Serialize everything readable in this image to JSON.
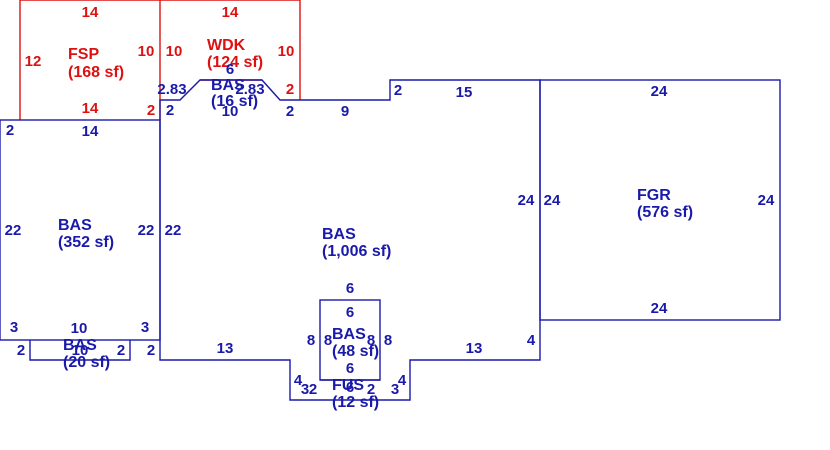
{
  "colors": {
    "blue": "#1a1aaa",
    "red": "#dd1111"
  },
  "areas": {
    "fsp": {
      "code": "FSP",
      "area": "(168 sf)"
    },
    "wdk": {
      "code": "WDK",
      "area": "(124 sf)"
    },
    "bas_small": {
      "code": "BAS",
      "area": "(16 sf)"
    },
    "bas_left": {
      "code": "BAS",
      "area": "(352 sf)"
    },
    "bas_main": {
      "code": "BAS",
      "area": "(1,006 sf)"
    },
    "fgr": {
      "code": "FGR",
      "area": "(576 sf)"
    },
    "bas_48": {
      "code": "BAS",
      "area": "(48 sf)"
    },
    "bas_20": {
      "code": "BAS",
      "area": "(20 sf)"
    },
    "fus": {
      "code": "FUS",
      "area": "(12 sf)"
    }
  },
  "dims": {
    "fsp_top": "14",
    "fsp_left": "12",
    "fsp_right": "10",
    "fsp_bottom": "14",
    "fsp_br": "2",
    "wdk_top": "14",
    "wdk_left": "10",
    "wdk_right": "10",
    "wdk_bottom": "10",
    "wdk_br": "2",
    "bay_top": "6",
    "bay_l": "2.83",
    "bay_r": "2.83",
    "bay_bl": "2",
    "bay_br": "2",
    "left_top": "14",
    "left_tl": "2",
    "left_l": "22",
    "left_r": "22",
    "left_bl": "3",
    "left_b": "10",
    "left_br": "3",
    "small_l": "2",
    "small_b": "10",
    "small_r": "2",
    "small_rr": "2",
    "main_9": "9",
    "main_2": "2",
    "main_15": "15",
    "main_left": "22",
    "main_right": "24",
    "main_bl": "13",
    "main_br": "13",
    "main_4": "4",
    "gar_top": "24",
    "gar_left": "24",
    "gar_right": "24",
    "gar_bottom": "24",
    "box_top_out": "6",
    "box_top_in": "6",
    "box_l_out": "8",
    "box_l_in": "8",
    "box_r_in": "8",
    "box_r_out": "8",
    "box_b": "6",
    "step_l4": "4",
    "step_r4": "4",
    "step_l3": "3",
    "step_l2": "2",
    "step_r2": "2",
    "step_r3": "3",
    "step_6": "6"
  }
}
